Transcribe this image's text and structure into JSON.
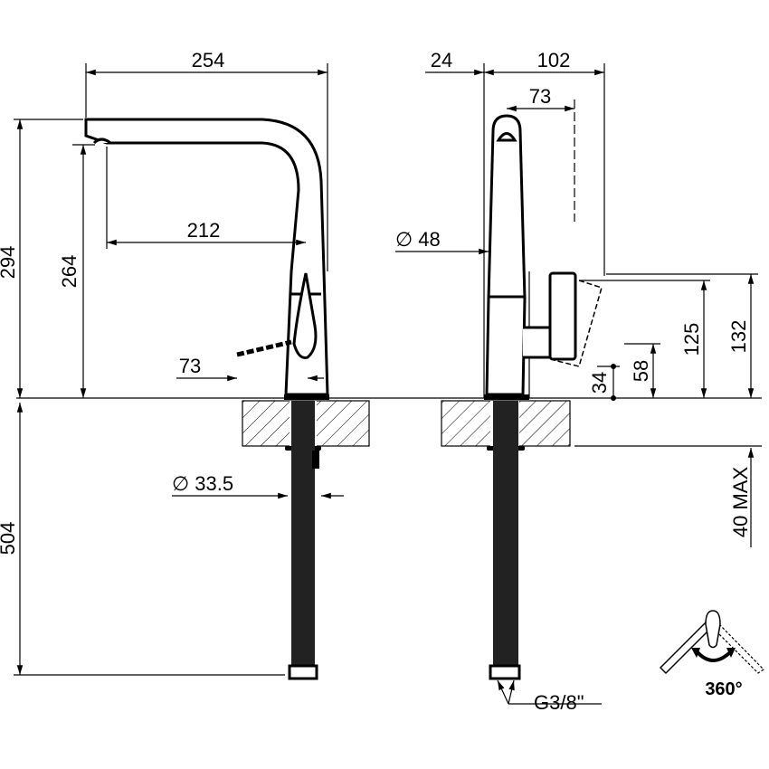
{
  "title": "Kitchen mixer tap technical drawing",
  "side_view": {
    "width": "254",
    "total_height": "294",
    "spout_height": "264",
    "spout_reach": "212",
    "lever_length": "73",
    "hose_length": "504",
    "hole_diameter": "∅ 33.5"
  },
  "front_view": {
    "offset_24": "24",
    "depth_102": "102",
    "lever_73": "73",
    "body_diameter": "∅ 48",
    "height_125": "125",
    "height_132": "132",
    "height_58": "58",
    "height_34": "34",
    "counter_max": "40 MAX",
    "thread": "G3/8\""
  },
  "rotation": {
    "label": "360°"
  }
}
